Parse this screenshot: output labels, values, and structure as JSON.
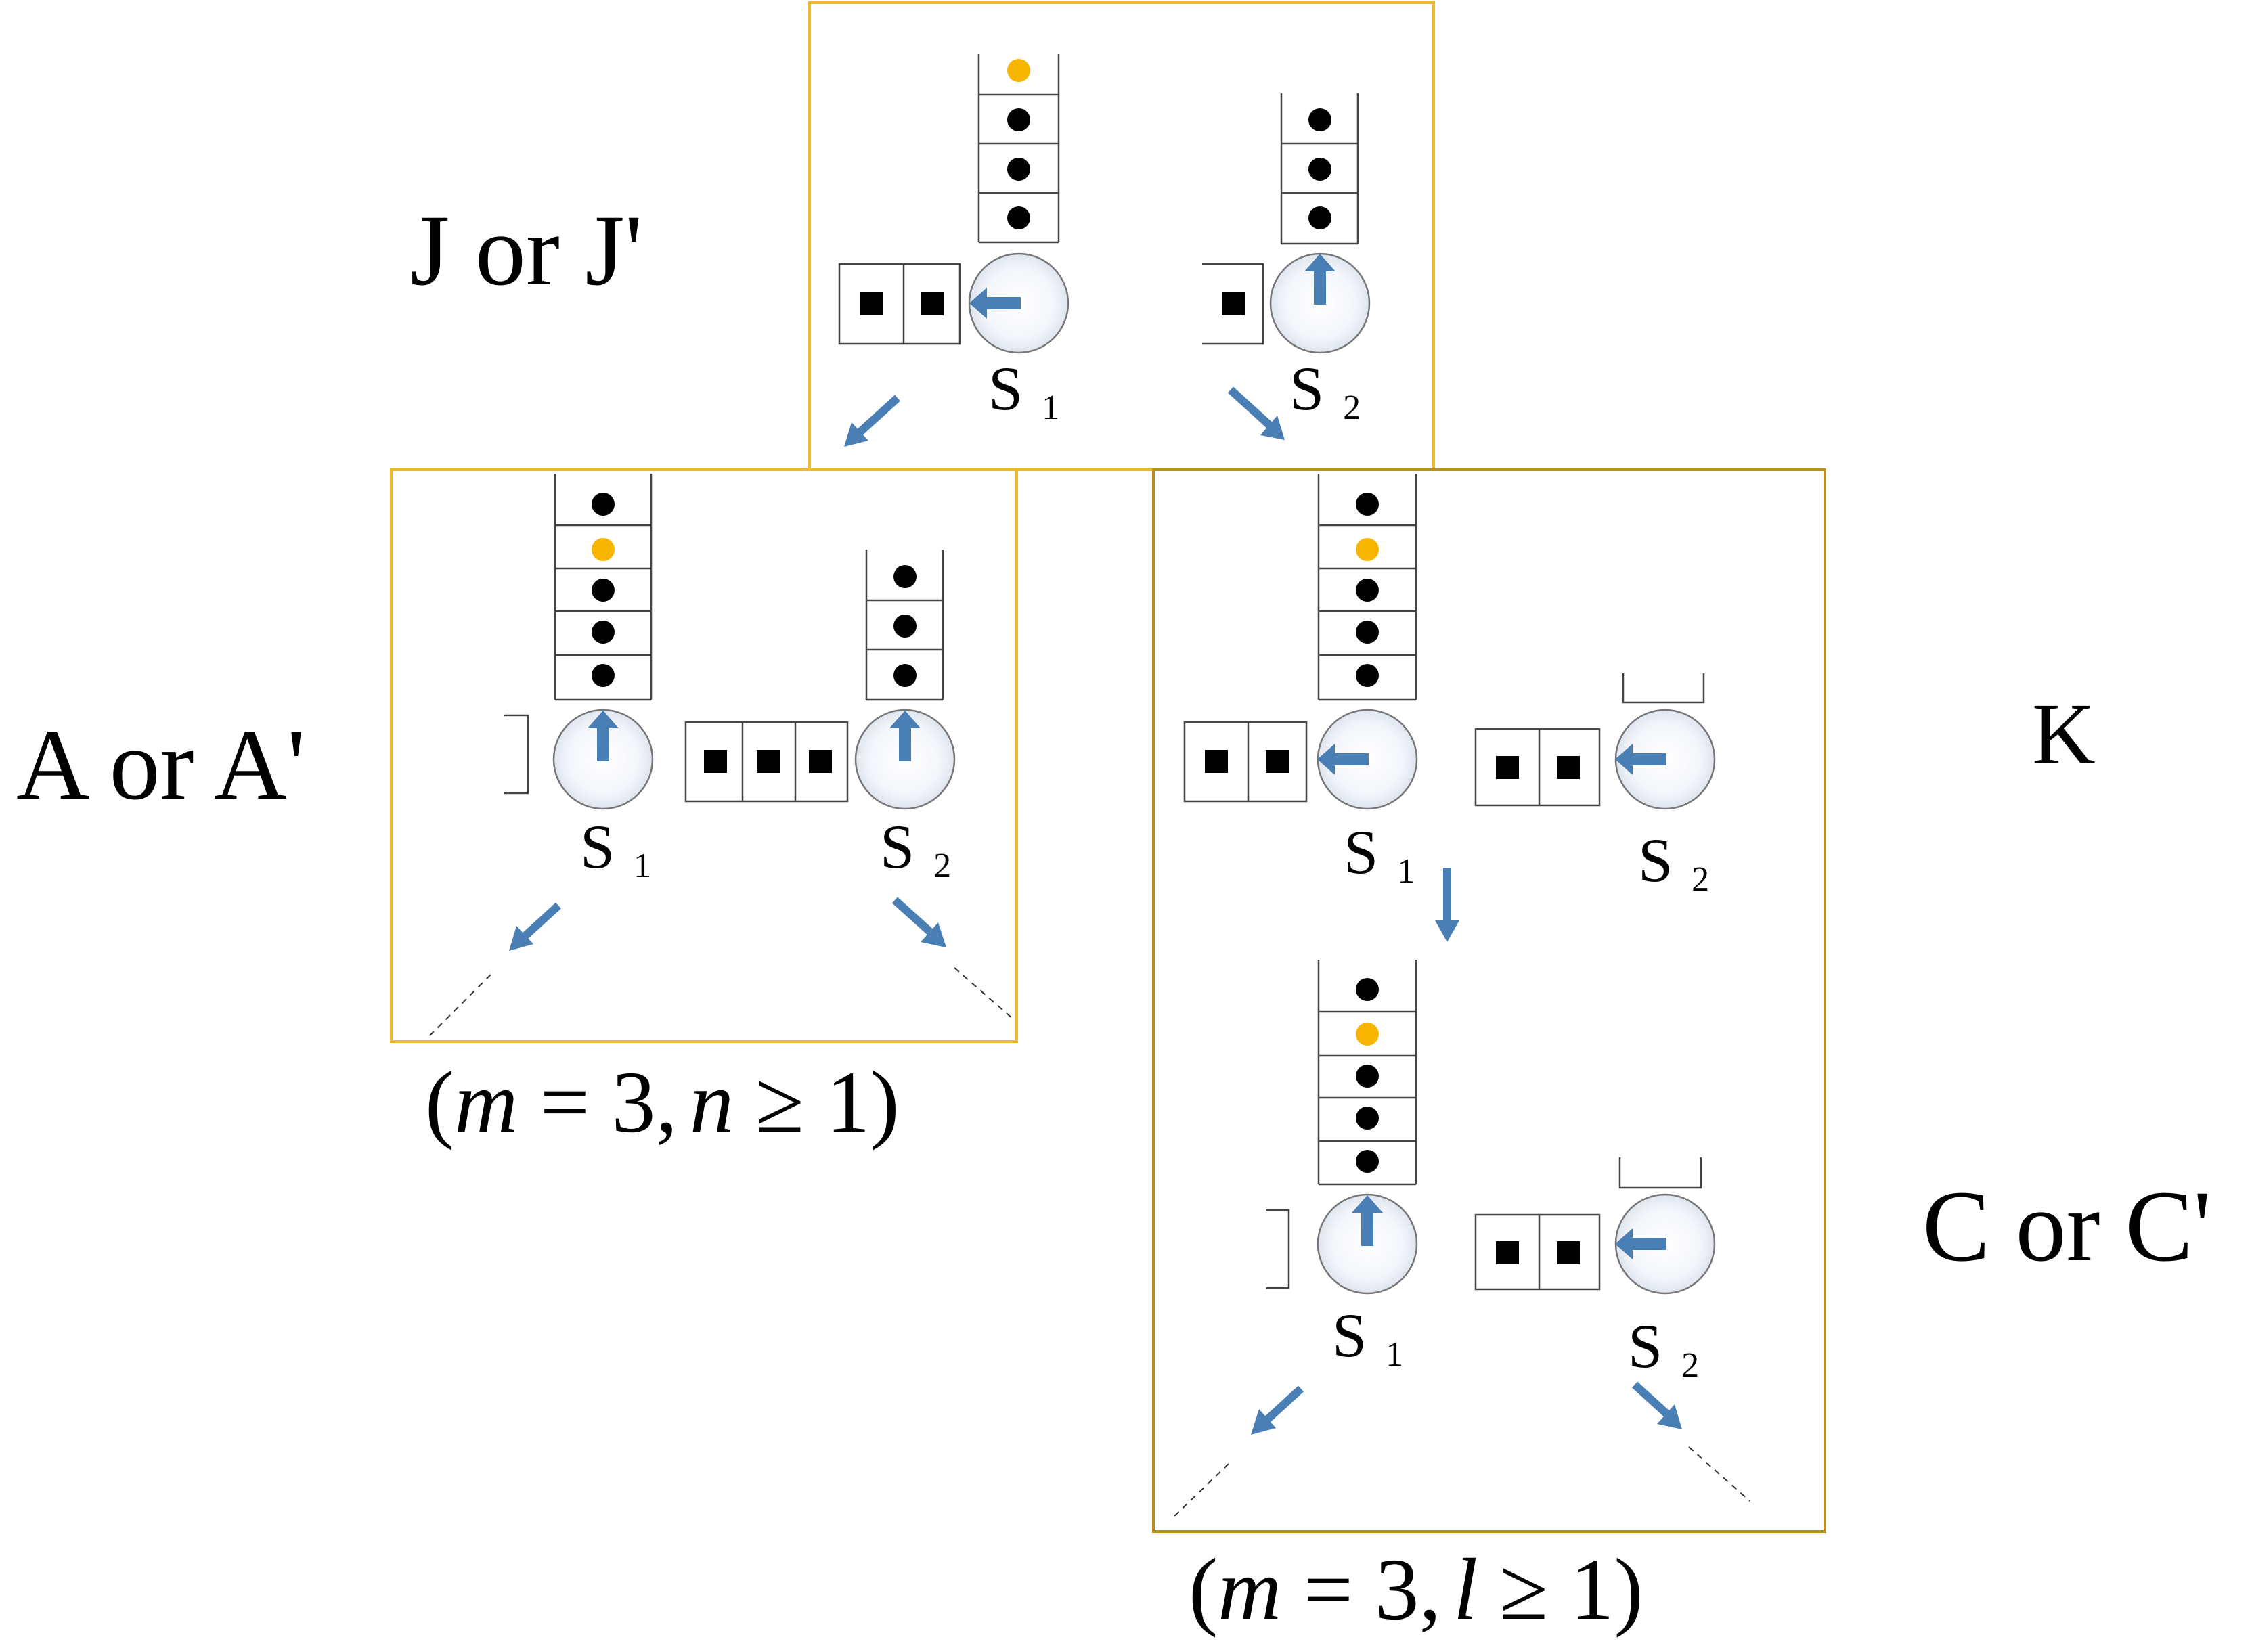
{
  "labels": {
    "top": "J or J'",
    "left": "A or A'",
    "right_upper": "K",
    "right_lower": "C or C'"
  },
  "server": {
    "letter": "S",
    "sub1": "1",
    "sub2": "2"
  },
  "conditions": {
    "left": {
      "open": "(",
      "var1": "m",
      "eq": " = 3,",
      "var2": "n",
      "rel": " ≥ 1)"
    },
    "right": {
      "open": "(",
      "var1": "m",
      "eq": " = 3,",
      "var2": "l",
      "rel": " ≥ 1)"
    }
  },
  "colors": {
    "frame_top": "#f0b929",
    "frame_left": "#f0b929",
    "frame_right": "#b8901c",
    "arrow": "#4a7fb5",
    "highlight_job": "#f7b500",
    "job": "#000000"
  },
  "icons": {
    "job": "black-circle",
    "highlighted_job": "orange-circle",
    "queued_task": "black-square",
    "direction": "arrow"
  }
}
